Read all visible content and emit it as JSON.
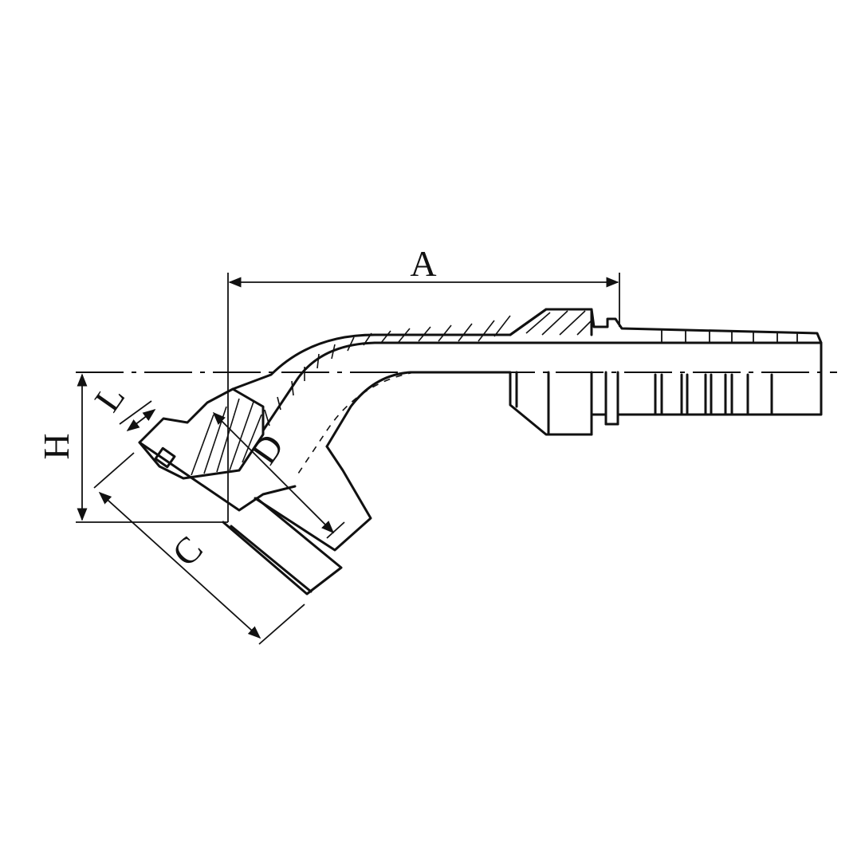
{
  "dimensions": {
    "a": "A",
    "h": "H",
    "l": "L",
    "d": "D",
    "c": "C"
  },
  "colors": {
    "line": "#111111",
    "background": "#ffffff"
  }
}
